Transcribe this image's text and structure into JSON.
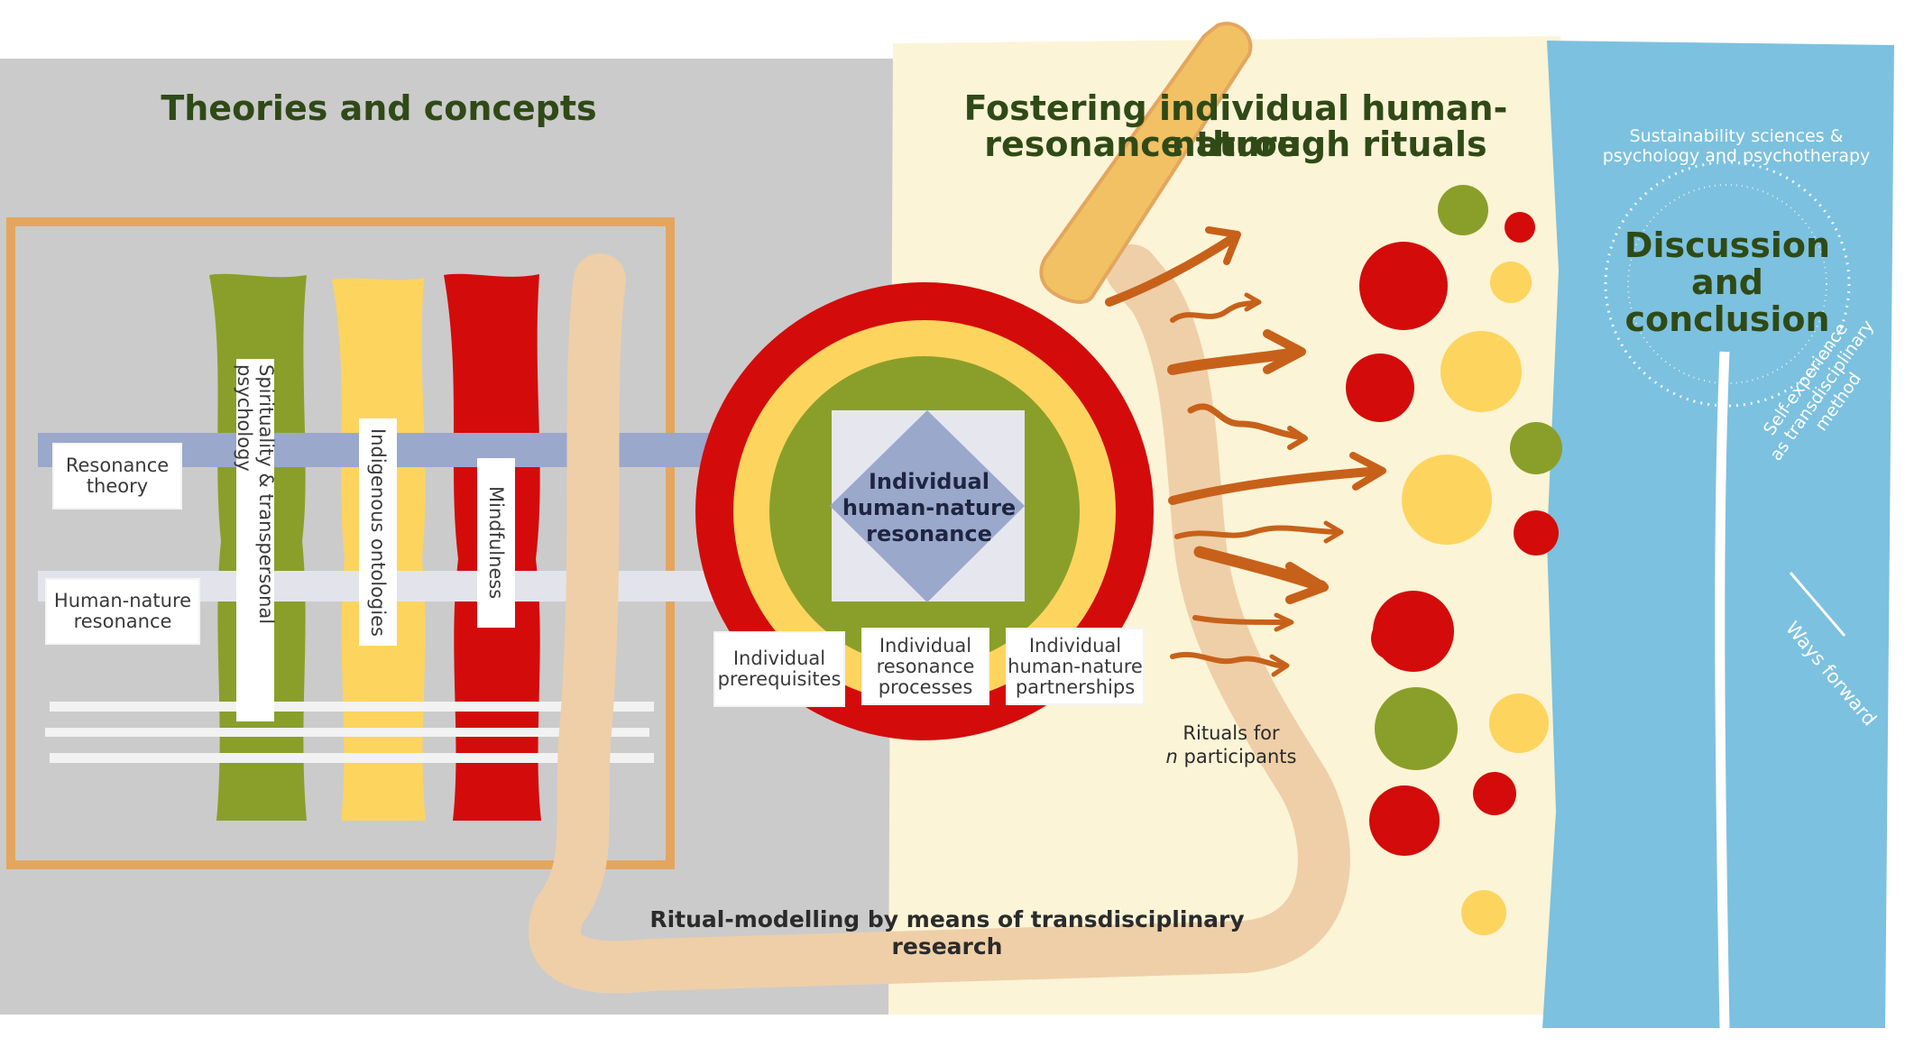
{
  "sections": {
    "theories_title": "Theories and concepts",
    "fostering_title_line1": "Fostering individual human-nature",
    "fostering_title_line2": "resonance through rituals",
    "discussion_line1": "Discussion",
    "discussion_line2": "and",
    "discussion_line3": "conclusion"
  },
  "theories": {
    "resonance_theory_line1": "Resonance",
    "resonance_theory_line2": "theory",
    "human_nature_line1": "Human-nature",
    "human_nature_line2": "resonance",
    "spirituality": "Spirituality & transpersonal psychology",
    "indigenous": "Indigenous ontologies",
    "mindfulness": "Mindfulness"
  },
  "core": {
    "center_line1": "Individual",
    "center_line2": "human-nature",
    "center_line3": "resonance",
    "prerequisites_line1": "Individual",
    "prerequisites_line2": "prerequisites",
    "processes_line1": "Individual",
    "processes_line2": "resonance",
    "processes_line3": "processes",
    "partnerships_line1": "Individual",
    "partnerships_line2": "human-nature",
    "partnerships_line3": "partnerships"
  },
  "rituals": {
    "rituals_line1": "Rituals for",
    "rituals_n": "n",
    "rituals_line2_rest": " participants",
    "modelling": "Ritual-modelling by means of transdisciplinary research"
  },
  "discussion": {
    "arc_text": "Sustainability sciences & psychology and psychotherapy",
    "self_exp_line1": "Self-experience",
    "self_exp_line2": "as transdisciplinary",
    "self_exp_line3": "method",
    "ways_forward": "Ways forward"
  },
  "colors": {
    "grey_panel": "#cbcbcb",
    "cream_panel": "#fbf4d6",
    "blue_panel": "#7cc1df",
    "orange_frame": "#e4a65e",
    "green": "#8a9f2a",
    "yellow": "#fdd45e",
    "red": "#d40b0b",
    "peach": "#efcfa8",
    "lavender": "#9aa8cc",
    "arrow_orange": "#c7611a"
  }
}
